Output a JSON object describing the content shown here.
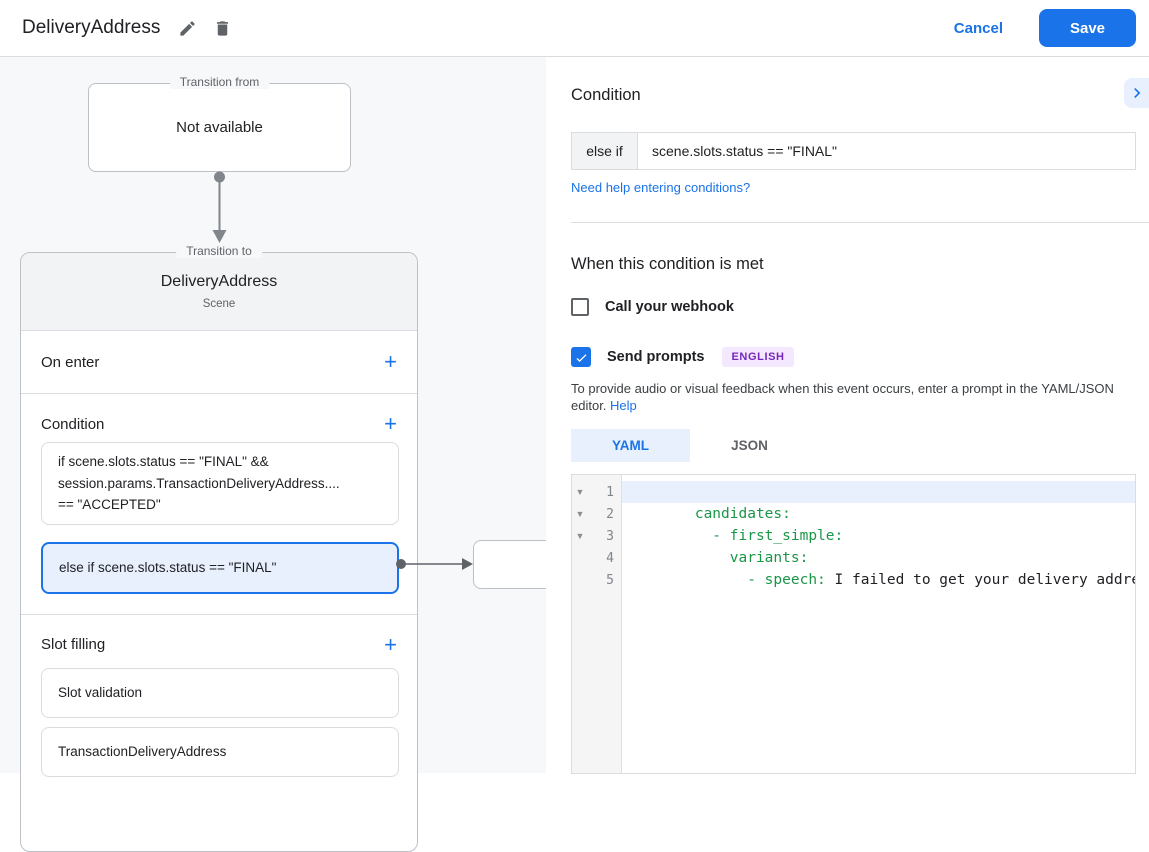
{
  "header": {
    "title": "DeliveryAddress",
    "cancel_label": "Cancel",
    "save_label": "Save"
  },
  "canvas": {
    "transition_from": {
      "label": "Transition from",
      "content": "Not available"
    },
    "scene_card": {
      "label": "Transition to",
      "name": "DeliveryAddress",
      "type": "Scene",
      "on_enter": {
        "title": "On enter",
        "add_label": "+"
      },
      "condition": {
        "title": "Condition",
        "add_label": "+",
        "if_line1": "if scene.slots.status == \"FINAL\" &&",
        "if_line2": "session.params.TransactionDeliveryAddress....",
        "if_line3": "== \"ACCEPTED\"",
        "else_if": "else if scene.slots.status == \"FINAL\""
      },
      "slot_filling": {
        "title": "Slot filling",
        "add_label": "+",
        "items": [
          "Slot validation",
          "TransactionDeliveryAddress"
        ]
      }
    }
  },
  "panel": {
    "title": "Condition",
    "condition_row": {
      "prefix": "else if",
      "value": "scene.slots.status == \"FINAL\""
    },
    "help_link": "Need help entering conditions?",
    "when_met": {
      "title": "When this condition is met",
      "webhook_label": "Call your webhook",
      "prompts_label": "Send prompts",
      "language_badge": "ENGLISH",
      "description": "To provide audio or visual feedback when this event occurs, enter a prompt in the YAML/JSON editor.",
      "help_label": "Help"
    },
    "tabs": {
      "yaml": "YAML",
      "json": "JSON",
      "active": "YAML"
    },
    "editor": {
      "lines": [
        {
          "number": "1",
          "green": "candidates:",
          "plain": ""
        },
        {
          "number": "2",
          "green": "  - first_simple:",
          "plain": ""
        },
        {
          "number": "3",
          "green": "    variants:",
          "plain": ""
        },
        {
          "number": "4",
          "green": "      - speech: ",
          "plain": "I failed to get your delivery address"
        },
        {
          "number": "5",
          "green": "",
          "plain": ""
        }
      ]
    }
  },
  "colors": {
    "accent_blue": "#1a73e8",
    "accent_light_blue": "#e8f0fe",
    "code_green": "#1a9648",
    "badge_bg": "#f3e8fd",
    "badge_text": "#7627ba",
    "canvas_bg": "#f7f8f9",
    "border_gray": "#dadce0"
  }
}
